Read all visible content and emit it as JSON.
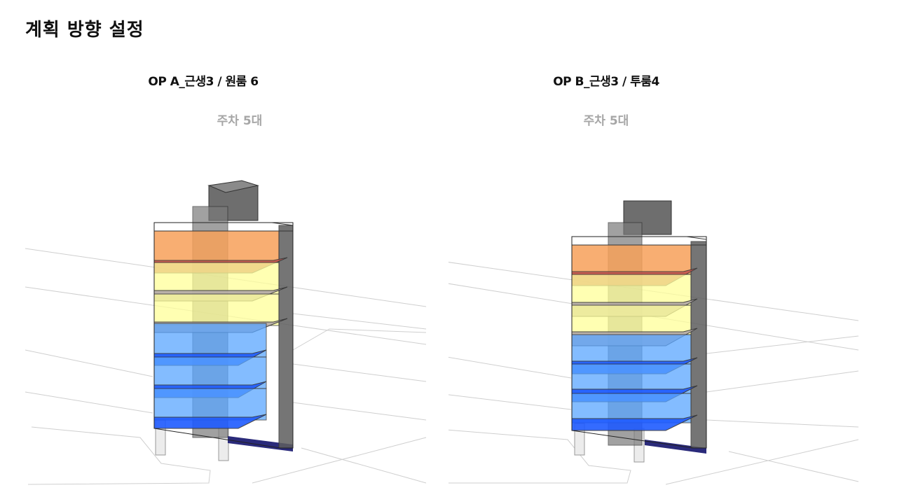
{
  "page": {
    "title": "계획 방향 설정"
  },
  "options": [
    {
      "title": "OP A_근생3 / 원룸 6",
      "subtitle": "주차 5대"
    },
    {
      "title": "OP B_근생3 / 투룸4",
      "subtitle": "주차 5대"
    }
  ],
  "colors": {
    "commercial_yellow": "#ffff99",
    "top_orange": "#f7a15a",
    "residential_blue": "#5aa6ff",
    "floor_slab_blue": "#1f5bff",
    "floor_slab_red": "#c0504d",
    "core_gray": "#666666"
  }
}
